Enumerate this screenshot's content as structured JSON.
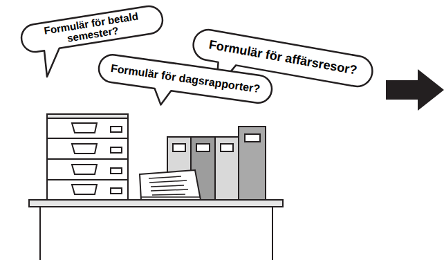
{
  "diagram": {
    "nodes": [
      {
        "text": [
          "Formulär för betald semester?"
        ]
      },
      {
        "text": [
          "Formulär för affärsresor?"
        ]
      },
      {
        "text": [
          "Formulär för dagsrapporter?"
        ]
      }
    ]
  }
}
